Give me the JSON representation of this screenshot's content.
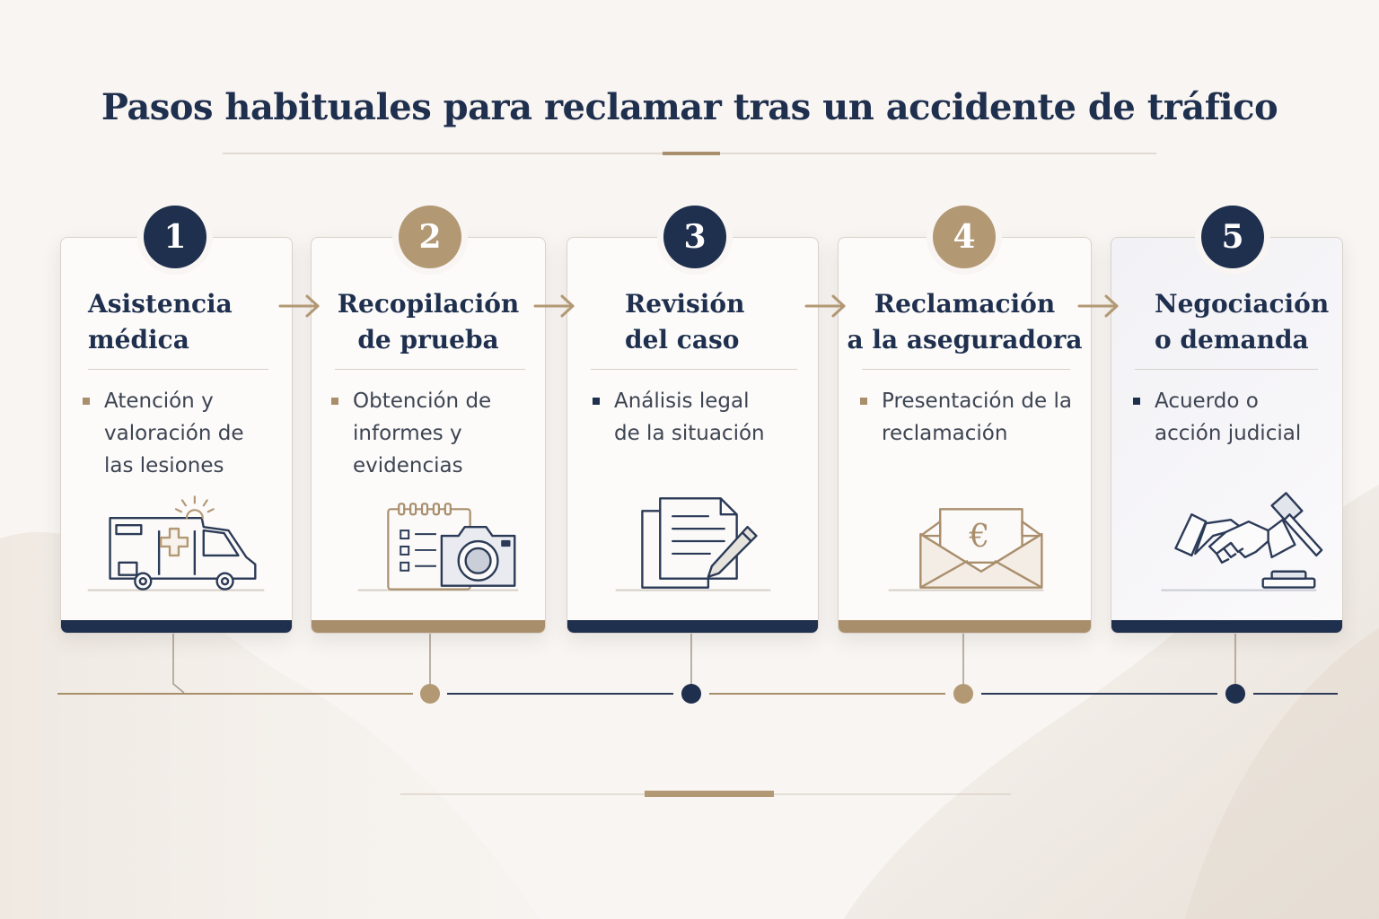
{
  "title": "Pasos habituales para reclamar tras un accidente de tráfico",
  "colors": {
    "navy": "#1f2f4e",
    "gold": "#a98e6c",
    "background": "#f8f5f2"
  },
  "steps": [
    {
      "number": "1",
      "title_lines": [
        "Asistencia",
        "médica"
      ],
      "description_lines": [
        "Atención y",
        "valoración de",
        "las lesiones"
      ],
      "icon": "ambulance-icon"
    },
    {
      "number": "2",
      "title_lines": [
        "Recopilación",
        "de prueba"
      ],
      "description_lines": [
        "Obtención de",
        "informes y",
        "evidencias"
      ],
      "icon": "checklist-camera-icon"
    },
    {
      "number": "3",
      "title_lines": [
        "Revisión",
        "del caso"
      ],
      "description_lines": [
        "Análisis legal",
        "de la situación"
      ],
      "icon": "document-pen-icon"
    },
    {
      "number": "4",
      "title_lines": [
        "Reclamación",
        "a la aseguradora"
      ],
      "description_lines": [
        "Presentación de la",
        "reclamación"
      ],
      "icon": "euro-envelope-icon"
    },
    {
      "number": "5",
      "title_lines": [
        "Negociación",
        "o demanda"
      ],
      "description_lines": [
        "Acuerdo o",
        "acción judicial"
      ],
      "icon": "handshake-gavel-icon"
    }
  ]
}
